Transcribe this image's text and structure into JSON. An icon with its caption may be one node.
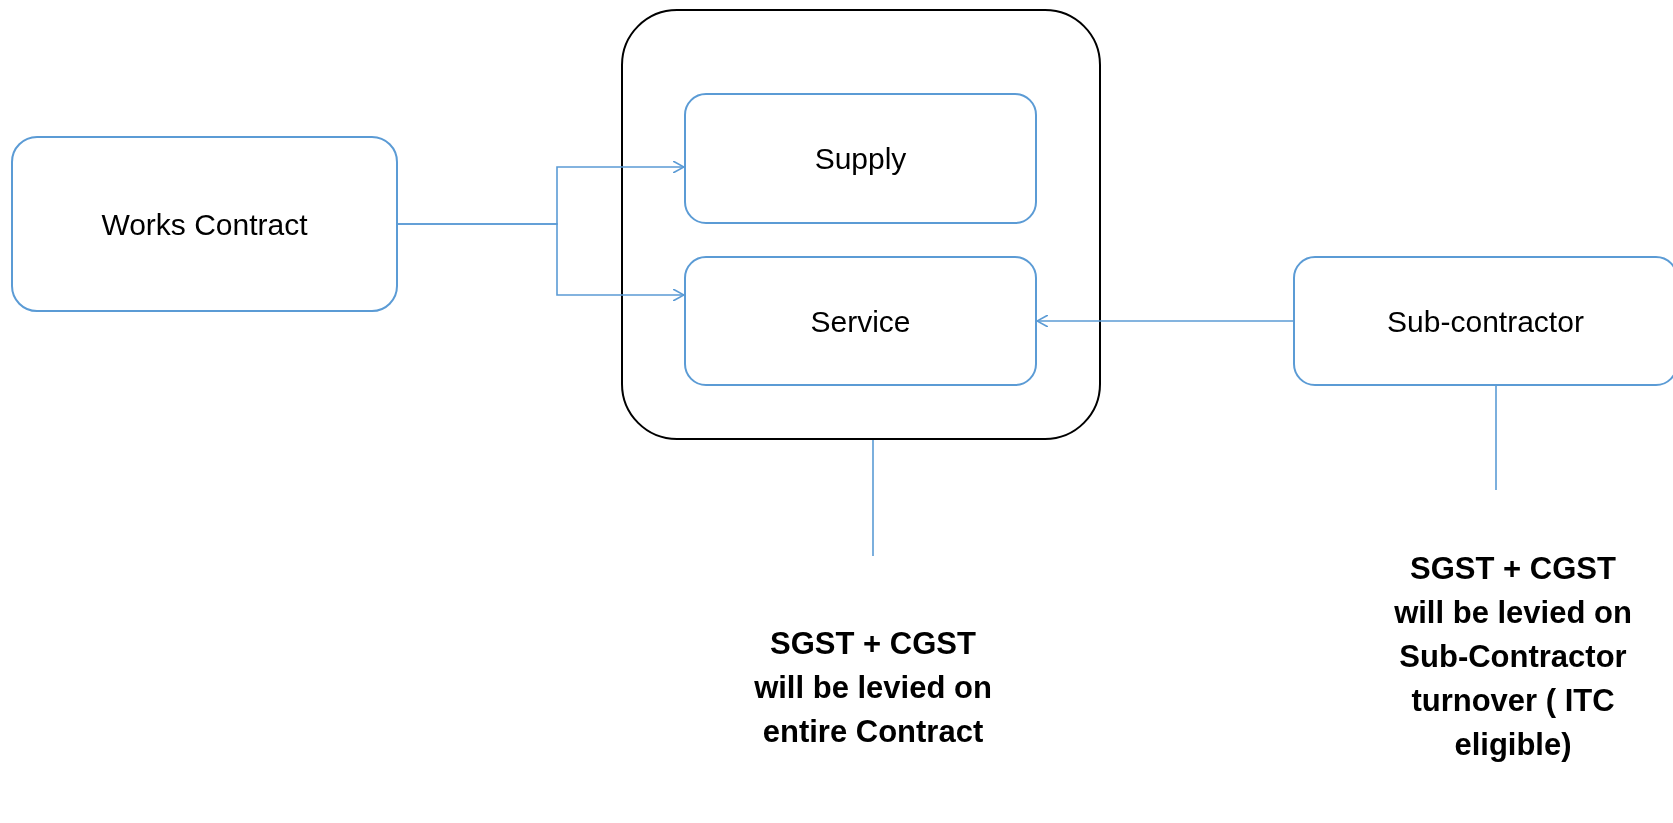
{
  "diagram": {
    "nodes": [
      {
        "text": [],
        "shape": "box"
      },
      {
        "text": [
          "Supply"
        ],
        "in": 0
      },
      {
        "text": [
          "Service"
        ],
        "in": 0
      },
      {
        "text": [
          "Works Contract"
        ]
      },
      {
        "text": [
          "Sub-contractor"
        ]
      },
      {
        "text": [
          "SGST + CGST will be levied on entire Contract"
        ]
      },
      {
        "text": [
          "SGST + CGST will be levied on Sub-Contractor turnover ( ITC eligible)"
        ]
      }
    ],
    "edges": [
      {
        "from": 3,
        "to": 1,
        "arrow": "to"
      },
      {
        "from": 3,
        "to": 2,
        "arrow": "to"
      },
      {
        "from": 4,
        "to": 2,
        "arrow": "to"
      },
      {
        "from": 0,
        "to": 5,
        "arrow": "none"
      },
      {
        "from": 4,
        "to": 6,
        "arrow": "none"
      }
    ]
  }
}
